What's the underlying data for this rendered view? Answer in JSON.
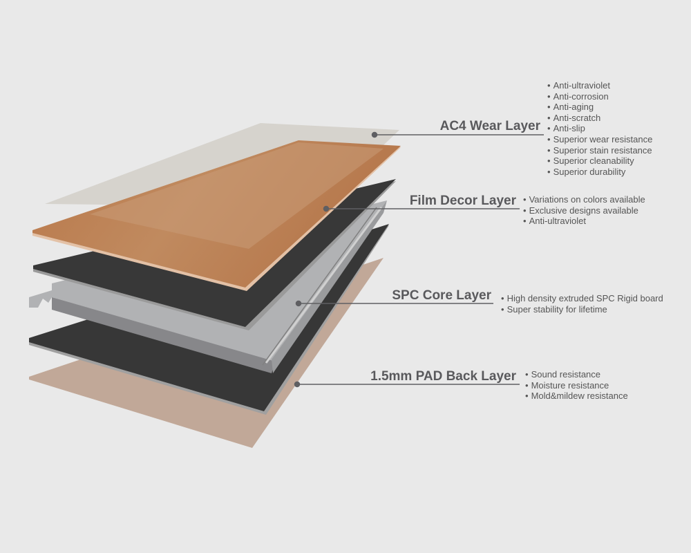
{
  "layers": [
    {
      "title": "AC4 Wear Layer",
      "color": "#d6d3cd",
      "features": [
        "Anti-ultraviolet",
        "Anti-corrosion",
        "Anti-aging",
        "Anti-scratch",
        "Anti-slip",
        "Superior wear resistance",
        "Superior stain resistance",
        "Superior cleanability",
        "Superior durability"
      ]
    },
    {
      "title": "Film Decor Layer",
      "color": "#b47a4e",
      "features": [
        "Variations on colors available",
        "Exclusive designs available",
        "Anti-ultraviolet"
      ]
    },
    {
      "title": "SPC Core Layer",
      "color": "#a9aaac",
      "features": [
        "High density extruded SPC Rigid board",
        "Super stability for lifetime"
      ]
    },
    {
      "title": "1.5mm PAD Back Layer",
      "color": "#c1a898",
      "features": [
        "Sound resistance",
        "Moisture resistance",
        "Mold&mildew resistance"
      ]
    }
  ]
}
